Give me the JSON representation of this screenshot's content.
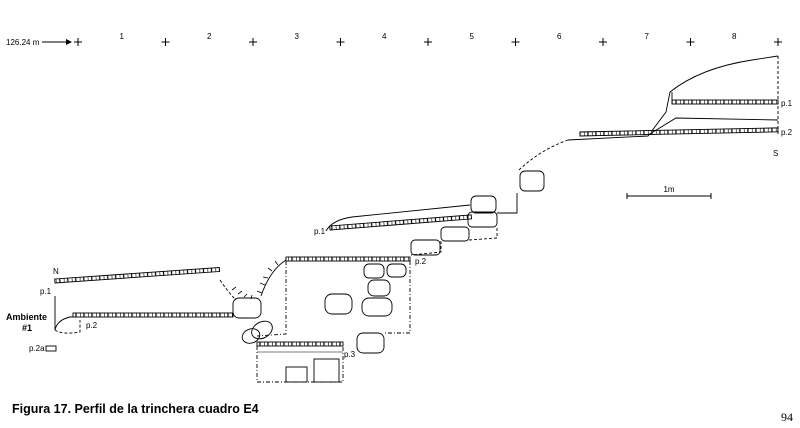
{
  "datum": {
    "elevation": "126.24 m"
  },
  "grid": {
    "ticks": [
      "1",
      "2",
      "3",
      "4",
      "5",
      "6",
      "7",
      "8"
    ]
  },
  "orientation": {
    "north": "N",
    "south": "S"
  },
  "scale_bar": {
    "label": "1m"
  },
  "labels": {
    "ambiente_line1": "Ambiente",
    "ambiente_line2": "#1",
    "north_p1": "p.1",
    "north_p2": "p.2",
    "north_p2a": "p.2a",
    "mid_p1": "p.1",
    "mid_p2": "p.2",
    "pit_p3": "p.3",
    "south_p1": "p.1",
    "south_p2": "p.2"
  },
  "caption": "Figura 17. Perfil de la trinchera cuadro E4",
  "page_number": "94"
}
